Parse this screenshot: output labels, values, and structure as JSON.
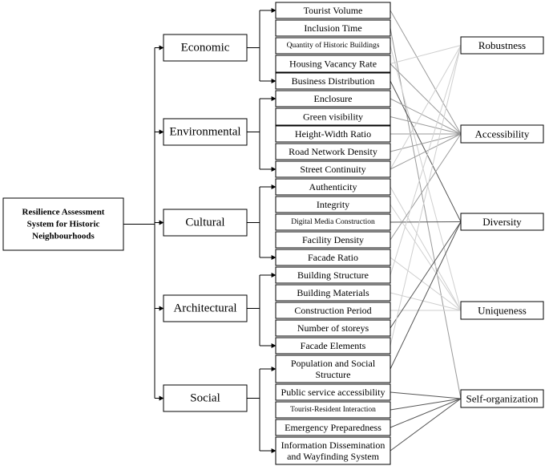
{
  "root": {
    "lines": [
      "Resilience Assessment",
      "System for Historic",
      "Neighbourhoods"
    ]
  },
  "categories": [
    {
      "label": "Economic",
      "indicators": [
        {
          "lines": [
            "Tourist Volume"
          ]
        },
        {
          "lines": [
            "Inclusion Time"
          ]
        },
        {
          "lines": [
            "Quantity of Historic Buildings"
          ]
        },
        {
          "lines": [
            "Housing Vacancy Rate"
          ]
        },
        {
          "lines": [
            "Business Distribution"
          ]
        }
      ]
    },
    {
      "label": "Environmental",
      "indicators": [
        {
          "lines": [
            "Enclosure"
          ]
        },
        {
          "lines": [
            "Green visibility"
          ]
        },
        {
          "lines": [
            "Height-Width Ratio"
          ]
        },
        {
          "lines": [
            "Road Network Density"
          ]
        },
        {
          "lines": [
            "Street Continuity"
          ]
        }
      ]
    },
    {
      "label": "Cultural",
      "indicators": [
        {
          "lines": [
            "Authenticity"
          ]
        },
        {
          "lines": [
            "Integrity"
          ]
        },
        {
          "lines": [
            "Digital Media Construction"
          ]
        },
        {
          "lines": [
            "Facility Density"
          ]
        },
        {
          "lines": [
            "Facade Ratio"
          ]
        }
      ]
    },
    {
      "label": "Architectural",
      "indicators": [
        {
          "lines": [
            "Building Structure"
          ]
        },
        {
          "lines": [
            "Building Materials"
          ]
        },
        {
          "lines": [
            "Construction Period"
          ]
        },
        {
          "lines": [
            "Number of storeys"
          ]
        },
        {
          "lines": [
            "Facade Elements"
          ]
        }
      ]
    },
    {
      "label": "Social",
      "indicators": [
        {
          "lines": [
            "Population and Social",
            "Structure"
          ]
        },
        {
          "lines": [
            "Public service accessibility"
          ]
        },
        {
          "lines": [
            "Tourist-Resident Interaction"
          ]
        },
        {
          "lines": [
            "Emergency Preparedness"
          ]
        },
        {
          "lines": [
            "Information Dissemination",
            "and Wayfinding System"
          ]
        }
      ]
    }
  ],
  "properties": [
    "Robustness",
    "Accessibility",
    "Diversity",
    "Uniqueness",
    "Self-organization"
  ],
  "links": [
    {
      "from": 0,
      "to": 1,
      "shade": "#9a9a9a"
    },
    {
      "from": 1,
      "to": 4,
      "shade": "#9a9a9a"
    },
    {
      "from": 2,
      "to": 3,
      "shade": "#cfcfcf"
    },
    {
      "from": 3,
      "to": 0,
      "shade": "#cfcfcf"
    },
    {
      "from": 3,
      "to": 1,
      "shade": "#9a9a9a"
    },
    {
      "from": 4,
      "to": 2,
      "shade": "#555555"
    },
    {
      "from": 5,
      "to": 1,
      "shade": "#9a9a9a"
    },
    {
      "from": 6,
      "to": 1,
      "shade": "#9a9a9a"
    },
    {
      "from": 7,
      "to": 1,
      "shade": "#9a9a9a"
    },
    {
      "from": 8,
      "to": 1,
      "shade": "#9a9a9a"
    },
    {
      "from": 9,
      "to": 0,
      "shade": "#cfcfcf"
    },
    {
      "from": 9,
      "to": 1,
      "shade": "#9a9a9a"
    },
    {
      "from": 10,
      "to": 3,
      "shade": "#cfcfcf"
    },
    {
      "from": 11,
      "to": 3,
      "shade": "#cfcfcf"
    },
    {
      "from": 12,
      "to": 2,
      "shade": "#555555"
    },
    {
      "from": 13,
      "to": 1,
      "shade": "#9a9a9a"
    },
    {
      "from": 14,
      "to": 3,
      "shade": "#cfcfcf"
    },
    {
      "from": 15,
      "to": 0,
      "shade": "#cfcfcf"
    },
    {
      "from": 16,
      "to": 3,
      "shade": "#cfcfcf"
    },
    {
      "from": 17,
      "to": 3,
      "shade": "#cfcfcf"
    },
    {
      "from": 18,
      "to": 2,
      "shade": "#555555"
    },
    {
      "from": 19,
      "to": 0,
      "shade": "#cfcfcf"
    },
    {
      "from": 20,
      "to": 2,
      "shade": "#555555"
    },
    {
      "from": 21,
      "to": 4,
      "shade": "#555555"
    },
    {
      "from": 22,
      "to": 4,
      "shade": "#555555"
    },
    {
      "from": 23,
      "to": 4,
      "shade": "#555555"
    },
    {
      "from": 24,
      "to": 4,
      "shade": "#555555"
    }
  ]
}
